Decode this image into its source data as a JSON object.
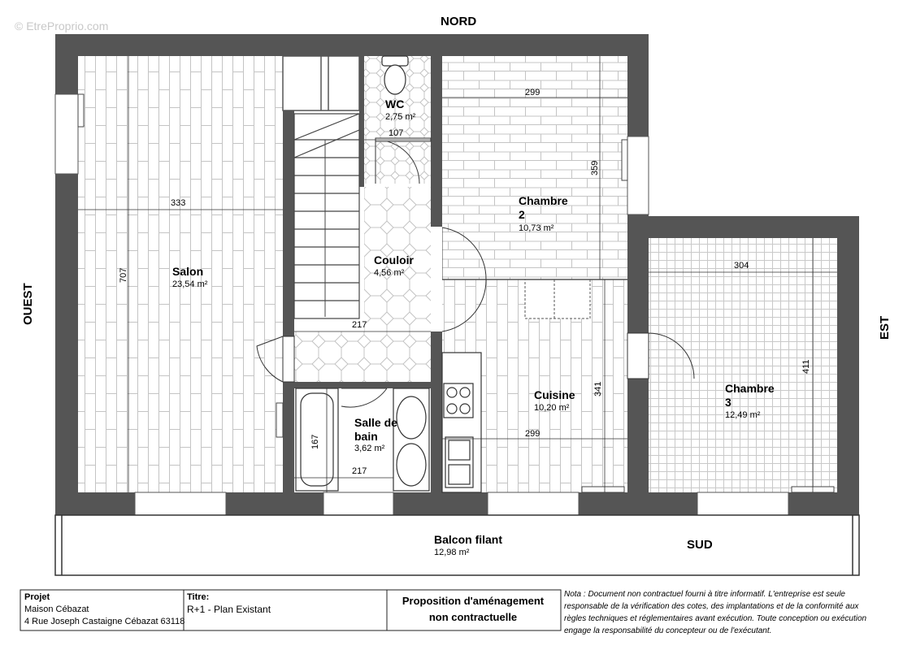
{
  "watermark": "© EtreProprio.com",
  "directions": {
    "north": "NORD",
    "west": "OUEST",
    "east": "EST",
    "south": "SUD"
  },
  "rooms": {
    "salon": {
      "name": "Salon",
      "area": "23,54 m²"
    },
    "wc": {
      "name": "WC",
      "area": "2,75 m²"
    },
    "chambre2": {
      "name_line1": "Chambre",
      "name_line2": "2",
      "area": "10,73 m²"
    },
    "couloir": {
      "name": "Couloir",
      "area": "4,56 m²"
    },
    "salle_de_bain": {
      "name_line1": "Salle de",
      "name_line2": "bain",
      "area": "3,62 m²"
    },
    "cuisine": {
      "name": "Cuisine",
      "area": "10,20 m²"
    },
    "chambre3": {
      "name_line1": "Chambre",
      "name_line2": "3",
      "area": "12,49 m²"
    },
    "balcon": {
      "name": "Balcon filant",
      "area": "12,98 m²"
    }
  },
  "dimensions": {
    "salon_width": "333",
    "salon_height": "707",
    "wc_width": "107",
    "chambre2_width": "299",
    "chambre2_height": "359",
    "couloir_width": "217",
    "sdb_width": "217",
    "sdb_height": "167",
    "cuisine_width": "299",
    "cuisine_height": "341",
    "chambre3_width": "304",
    "chambre3_height": "411"
  },
  "title_block": {
    "projet_label": "Projet",
    "projet_name": "Maison Cébazat",
    "projet_address": "4 Rue Joseph Castaigne Cébazat 63118",
    "titre_label": "Titre:",
    "titre_value": "R+1 - Plan Existant",
    "proposal_line1": "Proposition d'aménagement",
    "proposal_line2": "non contractuelle",
    "note_line1": "Nota : Document non contractuel fourni à titre informatif. L'entreprise est seule",
    "note_line2": "responsable de la vérification des cotes, des implantations et de la conformité aux",
    "note_line3": "règles techniques et réglementaires avant exécution. Toute conception ou exécution",
    "note_line4": "engage la responsabilité du concepteur ou de l'exécutant."
  },
  "colors": {
    "wall": "#555555",
    "line": "#000000",
    "floor_line": "#bdbdbd",
    "background": "#ffffff"
  }
}
